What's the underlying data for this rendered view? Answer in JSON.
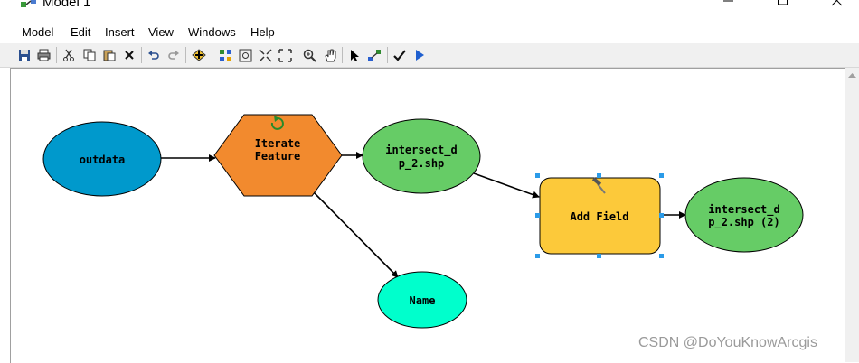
{
  "window": {
    "title": "Model 1"
  },
  "menu": [
    "Model",
    "Edit",
    "Insert",
    "View",
    "Windows",
    "Help"
  ],
  "toolbar": {
    "icons": [
      "save-icon",
      "print-icon",
      "cut-icon",
      "copy-icon",
      "paste-icon",
      "delete-icon",
      "undo-icon",
      "redo-icon",
      "add-data-icon",
      "auto-layout-icon",
      "full-extent-icon",
      "fixed-zoom-in-icon",
      "fixed-zoom-out-icon",
      "zoom-in-icon",
      "pan-icon",
      "select-icon",
      "connect-icon",
      "validate-icon",
      "run-icon"
    ]
  },
  "diagram": {
    "nodes": {
      "outdata": {
        "line1": "outdata",
        "color": "#0099cc"
      },
      "iterate": {
        "line1": "Iterate",
        "line2": "Feature",
        "color": "#f28a2e"
      },
      "intersect": {
        "line1": "intersect_d",
        "line2": "p_2.shp",
        "color": "#66cc66"
      },
      "addfield": {
        "line1": "Add Field",
        "color": "#fcc93a"
      },
      "intersect2": {
        "line1": "intersect_d",
        "line2": "p_2.shp (2)",
        "color": "#66cc66"
      },
      "name": {
        "line1": "Name",
        "color": "#00ffcc"
      }
    }
  },
  "watermark": "CSDN @DoYouKnowArcgis"
}
